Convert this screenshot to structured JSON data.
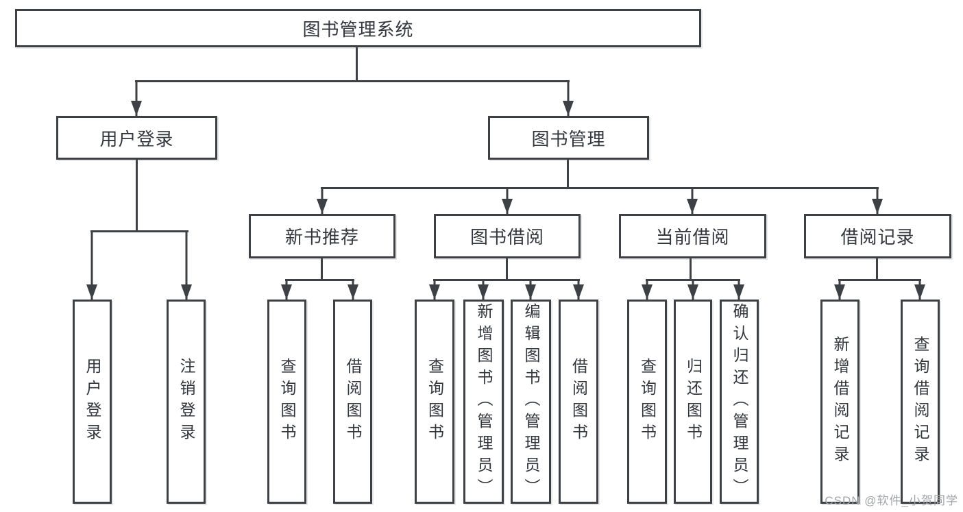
{
  "diagram": {
    "root": {
      "label": "图书管理系统"
    },
    "branches": [
      {
        "label": "用户登录",
        "children": [
          {
            "label": "用户登录"
          },
          {
            "label": "注销登录"
          }
        ]
      },
      {
        "label": "图书管理",
        "children": [
          {
            "label": "新书推荐",
            "children": [
              {
                "label": "查询图书"
              },
              {
                "label": "借阅图书"
              }
            ]
          },
          {
            "label": "图书借阅",
            "children": [
              {
                "label": "查询图书"
              },
              {
                "label": "新增图书（管理员）"
              },
              {
                "label": "编辑图书（管理员）"
              },
              {
                "label": "借阅图书"
              }
            ]
          },
          {
            "label": "当前借阅",
            "children": [
              {
                "label": "查询图书"
              },
              {
                "label": "归还图书"
              },
              {
                "label": "确认归还（管理员）"
              }
            ]
          },
          {
            "label": "借阅记录",
            "children": [
              {
                "label": "新增借阅记录"
              },
              {
                "label": "查询借阅记录"
              }
            ]
          }
        ]
      }
    ],
    "watermark": "CSDN @软件_小贺同学",
    "colors": {
      "line": "#3d4045",
      "text": "#33373d",
      "watermark": "#a2a5a8",
      "background": "#ffffff"
    }
  }
}
